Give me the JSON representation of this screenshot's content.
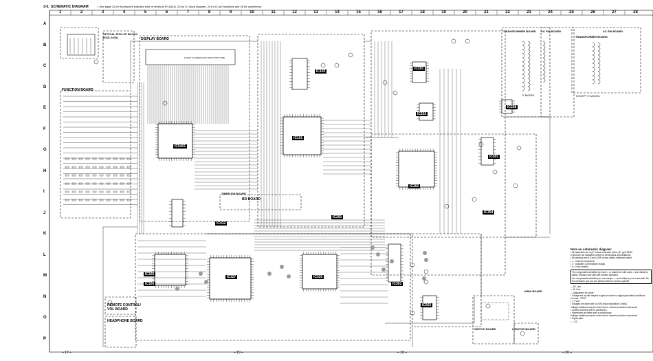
{
  "header": {
    "section": "3-5.",
    "title": "SCHEMATIC DIAGRAM",
    "note": "• See page 21 for fluorescent indicator tube of terminal (FL5401), 23 for IC block diagram, 24 for IC pin functions and 28 for waveforms."
  },
  "columns": [
    "1",
    "2",
    "3",
    "4",
    "5",
    "6",
    "7",
    "8",
    "9",
    "10",
    "11",
    "12",
    "13",
    "14",
    "15",
    "16",
    "17",
    "18",
    "19",
    "20",
    "21",
    "22",
    "23",
    "24",
    "25",
    "26",
    "27",
    "28"
  ],
  "rows": [
    "A",
    "B",
    "C",
    "D",
    "E",
    "F",
    "G",
    "H",
    "I",
    "J",
    "K",
    "L",
    "M",
    "N",
    "O",
    "P"
  ],
  "boards": {
    "optical_pickup": "OPTICAL PICK-UP BLOCK (KSS-240A)",
    "display": "DISPLAY BOARD",
    "function": "FUNCTION BOARD",
    "timer_sw": "TIMER SW BOARD",
    "bd": "BD BOARD",
    "transformer_1": "TRANSFORMER BOARD",
    "ac_sw_1": "AC SW BOARD",
    "ac_sw_2": "AC SW BOARD",
    "transformer_2": "TRANSFORMER BOARD",
    "remote": "REMOTE CONTROL/ VOL BOARD",
    "headphone": "HEADPHONE BOARD",
    "main": "MAIN BOARD",
    "switch": "SWITCH BOARD",
    "l_motor": "L MOTOR BOARD"
  },
  "ics": {
    "ic5401": "IC5401",
    "ic102": "IC102",
    "ic101": "IC101",
    "ic201": "IC201",
    "ic202": "IC202",
    "ic258": "IC258",
    "ic501": "IC501",
    "ic302": "IC302",
    "ic354": "IC354",
    "ic412": "IC412",
    "ic291": "IC291",
    "ic325": "IC325",
    "ic326": "IC326",
    "ic327": "IC327",
    "ic320": "IC320",
    "ic301": "IC301",
    "ic502": "IC502"
  },
  "model_notes": {
    "except_e": "EXCEPT E MODEL",
    "e_model": "E MODEL",
    "fl": "FL5401 FLUORESCENT INDICATOR TUBE"
  },
  "notes": {
    "title": "Note on schematic diagram:",
    "lines": [
      "• All capacitors are in μF unless otherwise noted. pF: μμF 50WV",
      "  or less are not indicated except for electrolytics and tantalums.",
      "• All resistors are in Ω and 1/4W or less unless otherwise noted.",
      "• ⊿ : internal component.",
      "• ⊙ : indicates a permissible margin.",
      "• ⊞ : Fuse resistor."
    ],
    "safety_en": "The components identified by mark ⚠ or dotted line with mark ⚠ are critical for safety. Replace only with part number specified.",
    "safety_fr": "Les composants identifiés par une marque ⚠ sont critiques pour la sécurité. Ne les remplacer que par une pièce portant le numéro spécifié.",
    "legend": [
      "— B+ Line.",
      "— B- Line.",
      "— Adjustment for repair.",
      "• Voltage are dc with respect to ground under no-signal (recorded) conditions.",
      "  no mark : STOP",
      "  ( ) : PLAY",
      "• Voltages are taken with a VOM (Input impedance 10MΩ).",
      "  Voltage variations may be noted due to normal production tolerances.",
      "• Circled numbers refer to waveforms.",
      "• Waveforms are taken with a oscilloscope.",
      "  Voltage variations may be noted due to normal production tolerances.",
      "• Signal path:",
      "  ⇨ : CD"
    ]
  },
  "page_numbers": [
    "– 17 –",
    "– 19 –",
    "– 18 –",
    "– 20 –"
  ],
  "colors": {
    "ink": "#000000",
    "paper": "#ffffff"
  }
}
